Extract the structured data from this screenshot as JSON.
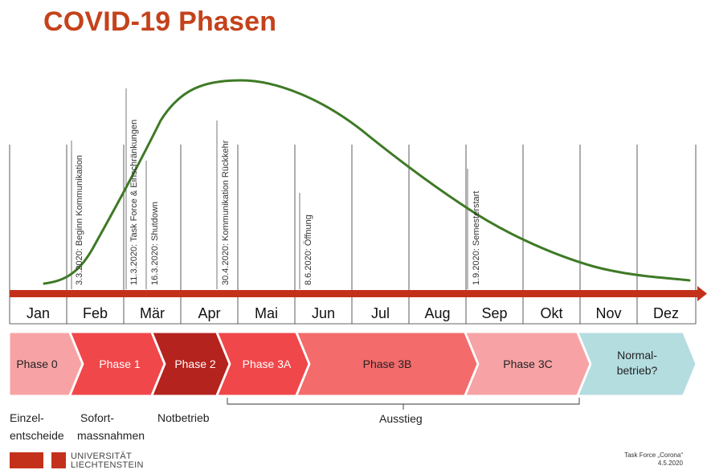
{
  "title": "COVID-19 Phasen",
  "months": [
    "Jan",
    "Feb",
    "Mär",
    "Apr",
    "Mai",
    "Jun",
    "Jul",
    "Aug",
    "Sep",
    "Okt",
    "Nov",
    "Dez"
  ],
  "events": [
    {
      "label": "3.3.2020: Beginn Kommunikation"
    },
    {
      "label": "11.3.2020: Task Force & Einschränkungen"
    },
    {
      "label": "16.3.2020: Shutdown"
    },
    {
      "label": "30.4.2020: Kommunikation Rückkehr"
    },
    {
      "label": "8.6.2020: Öffnung"
    },
    {
      "label": "1.9.2020: Semesterstart"
    }
  ],
  "phases": [
    {
      "label": "Phase 0",
      "color": "#f7a3a5"
    },
    {
      "label": "Phase 1",
      "color": "#f0474a"
    },
    {
      "label": "Phase 2",
      "color": "#b5231e"
    },
    {
      "label": "Phase 3A",
      "color": "#f0474a"
    },
    {
      "label": "Phase 3B",
      "color": "#f36b6a"
    },
    {
      "label": "Phase 3C",
      "color": "#f7a3a5"
    },
    {
      "label_line1": "Normal-",
      "label_line2": "betrieb?",
      "color": "#b4dde0"
    }
  ],
  "bottom_labels": {
    "einzel_line1": "Einzel-",
    "einzel_line2": "entscheide",
    "sofort_line1": "Sofort-",
    "sofort_line2": "massnahmen",
    "notbetrieb": "Notbetrieb",
    "ausstieg": "Ausstieg"
  },
  "logo": {
    "line1": "UNIVERSITÄT",
    "line2": "LIECHTENSTEIN",
    "color": "#c4311b"
  },
  "credit": {
    "line1": "Task Force „Corona“",
    "line2": "4.5.2020"
  },
  "colors": {
    "timeline": "#c4311b",
    "curve": "#3e7a26",
    "title": "#c4421b"
  }
}
